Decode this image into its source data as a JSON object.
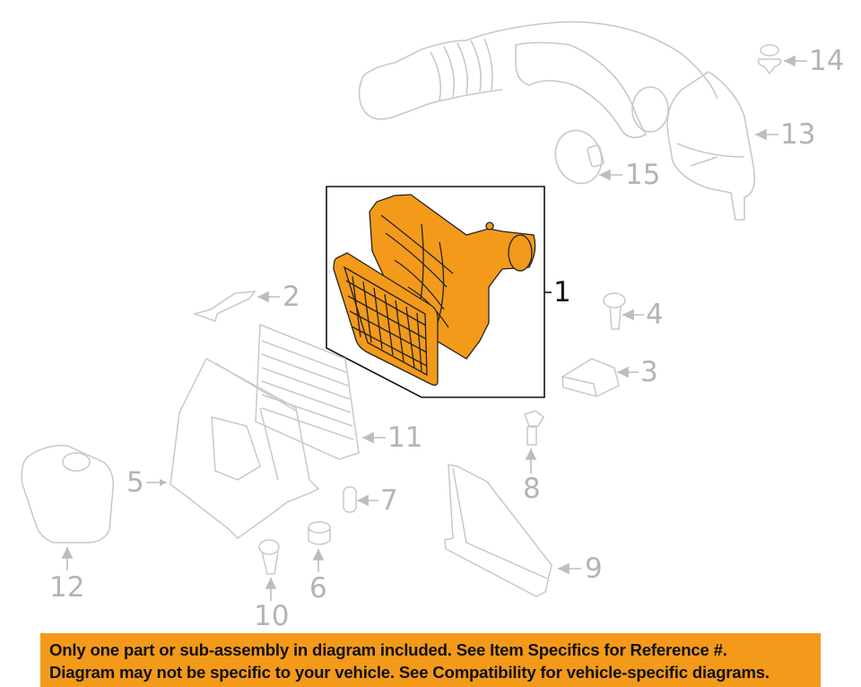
{
  "diagram": {
    "title": "Air cleaner assembly exploded parts diagram",
    "highlight_color": "#f39a1a",
    "line_color": "#c8c8c8",
    "highlighted_part": "1",
    "callouts": [
      {
        "id": "1",
        "label": "1"
      },
      {
        "id": "2",
        "label": "2"
      },
      {
        "id": "3",
        "label": "3"
      },
      {
        "id": "4",
        "label": "4"
      },
      {
        "id": "5",
        "label": "5"
      },
      {
        "id": "6",
        "label": "6"
      },
      {
        "id": "7",
        "label": "7"
      },
      {
        "id": "8",
        "label": "8"
      },
      {
        "id": "9",
        "label": "9"
      },
      {
        "id": "10",
        "label": "10"
      },
      {
        "id": "11",
        "label": "11"
      },
      {
        "id": "12",
        "label": "12"
      },
      {
        "id": "13",
        "label": "13"
      },
      {
        "id": "14",
        "label": "14"
      },
      {
        "id": "15",
        "label": "15"
      }
    ]
  },
  "banner": {
    "line1": "Only one part or sub-assembly in diagram included. See Item Specifics for Reference #.",
    "line2": "Diagram may not be specific to your vehicle. See Compatibility for vehicle-specific diagrams.",
    "background": "#f39a1a"
  }
}
